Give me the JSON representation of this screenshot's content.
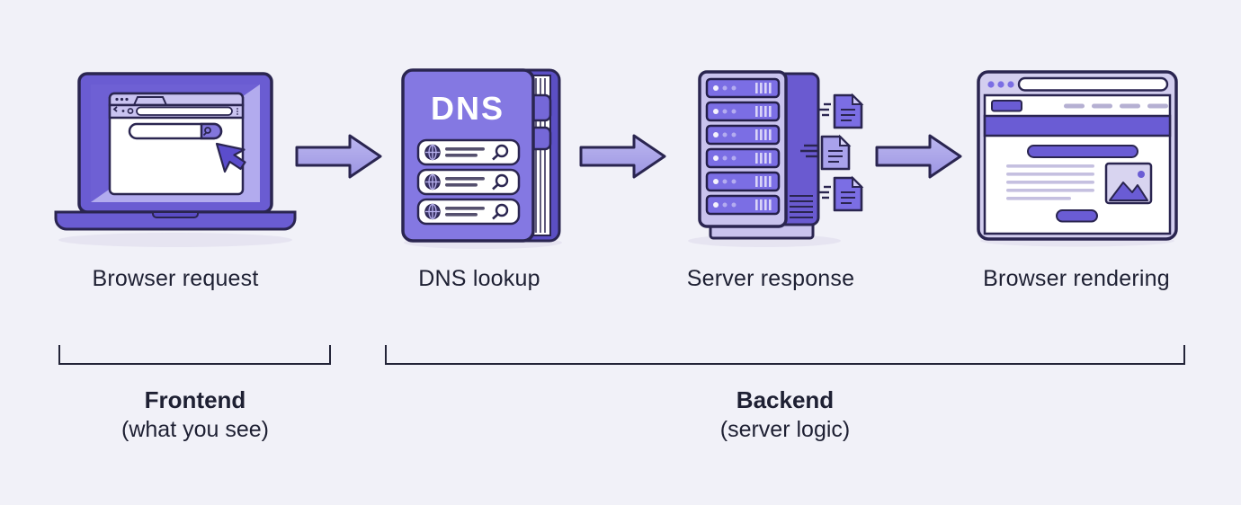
{
  "diagram": {
    "steps": [
      {
        "label": "Browser request",
        "icon": "laptop-browser-icon"
      },
      {
        "label": "DNS lookup",
        "icon": "dns-book-icon",
        "badge": "DNS"
      },
      {
        "label": "Server response",
        "icon": "server-rack-icon"
      },
      {
        "label": "Browser rendering",
        "icon": "webpage-icon"
      }
    ],
    "arrows": [
      {
        "icon": "right-arrow-icon"
      },
      {
        "icon": "right-arrow-icon"
      },
      {
        "icon": "right-arrow-icon"
      }
    ],
    "groups": {
      "frontend": {
        "title": "Frontend",
        "subtitle": "(what you see)"
      },
      "backend": {
        "title": "Backend",
        "subtitle": "(server logic)"
      }
    },
    "colors": {
      "background": "#f1f1f8",
      "purple": "#6a5cd4",
      "book_purple": "#8478e2",
      "slot_purple": "#7b6ee4",
      "light_lavender": "#c9c3ee",
      "arrow_fill": "#aaa5e8",
      "outline": "#2a2550",
      "text": "#1e2033",
      "shadow": "#e6e4f1"
    }
  }
}
